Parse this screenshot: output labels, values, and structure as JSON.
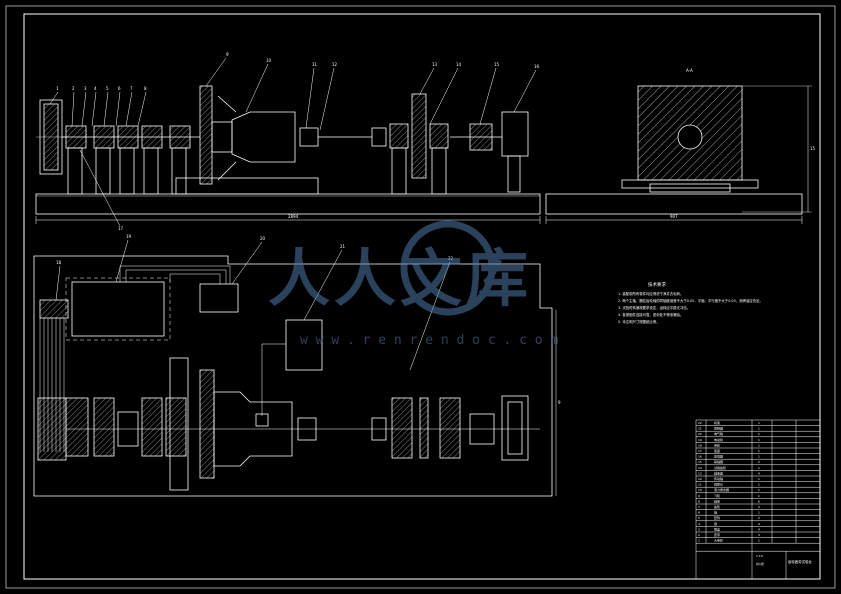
{
  "watermark": {
    "brand": "人人文库",
    "url": "w w w . r e n r e n d o c . c o m"
  },
  "dimensions": {
    "front_length": "2894",
    "side_width": "907",
    "side_height": "15",
    "plan_height": "9"
  },
  "balloons": [
    "1",
    "2",
    "3",
    "4",
    "5",
    "6",
    "7",
    "8",
    "9",
    "10",
    "11",
    "12",
    "13",
    "14",
    "15",
    "16",
    "17",
    "18",
    "19",
    "20",
    "21",
    "22"
  ],
  "section_label": "A-A",
  "notes": {
    "title": "技术要求",
    "lines": [
      "1. 装配前所有零件均应清洗干净并去毛刺。",
      "2. 两个主轴、圆柱齿轮轴的同轴度误差不大于0.05，平面、平行度不大于0.05，润滑油应充足。",
      "3. 试验时转速按要求设定，运转应平稳无冲击。",
      "4. 各紧固件连接可靠，密封处不得渗漏油。",
      "5. 未注明尺寸按图纸比例。"
    ]
  },
  "title_block": {
    "drawing_name": "齿轮疲劳试验台",
    "scale": "1:10",
    "sheet": "共1张",
    "rows": [
      {
        "no": "22",
        "name": "机架",
        "qty": "1"
      },
      {
        "no": "21",
        "name": "控制器",
        "qty": "1"
      },
      {
        "no": "20",
        "name": "电气箱",
        "qty": "1"
      },
      {
        "no": "19",
        "name": "电动机",
        "qty": "1"
      },
      {
        "no": "18",
        "name": "带轮",
        "qty": "1"
      },
      {
        "no": "17",
        "name": "底座",
        "qty": "1"
      },
      {
        "no": "16",
        "name": "加载器",
        "qty": "1"
      },
      {
        "no": "15",
        "name": "联轴器",
        "qty": "2"
      },
      {
        "no": "14",
        "name": "试验齿轮",
        "qty": "1"
      },
      {
        "no": "13",
        "name": "轴承座",
        "qty": "4"
      },
      {
        "no": "12",
        "name": "传动轴",
        "qty": "1"
      },
      {
        "no": "11",
        "name": "扭矩仪",
        "qty": "1"
      },
      {
        "no": "10",
        "name": "液力偶合器",
        "qty": "1"
      },
      {
        "no": "9",
        "name": "飞轮",
        "qty": "1"
      },
      {
        "no": "8",
        "name": "轴承",
        "qty": "6"
      },
      {
        "no": "7",
        "name": "齿轮",
        "qty": "2"
      },
      {
        "no": "6",
        "name": "轴",
        "qty": "1"
      },
      {
        "no": "5",
        "name": "套筒",
        "qty": "2"
      },
      {
        "no": "4",
        "name": "键",
        "qty": "4"
      },
      {
        "no": "3",
        "name": "端盖",
        "qty": "4"
      },
      {
        "no": "2",
        "name": "皮带",
        "qty": "3"
      },
      {
        "no": "1",
        "name": "大带轮",
        "qty": "1"
      }
    ]
  }
}
